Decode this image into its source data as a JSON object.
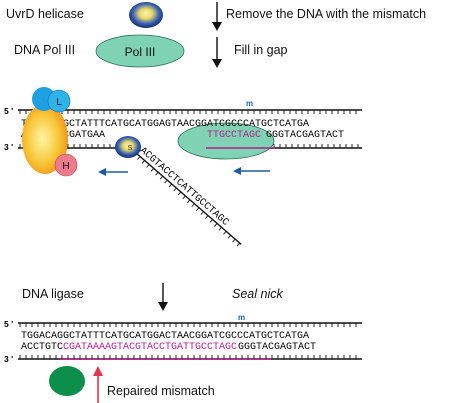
{
  "legend": {
    "uvrd_label": "UvrD helicase",
    "pol_label": "DNA Pol III",
    "pol_blob_label": "Pol III"
  },
  "steps": {
    "remove_dna": "Remove the DNA with the mismatch",
    "fill_gap": "Fill in gap",
    "seal_nick": "Seal nick",
    "repaired": "Repaired mismatch"
  },
  "ligase_label": "DNA ligase",
  "proteins": {
    "L": "L",
    "H": "H",
    "S": "S"
  },
  "strand_ends": {
    "five_prime": "5 '",
    "three_prime": "3 '"
  },
  "top": {
    "upper_seq": "TGGACAGGCTATTTCATGCATGGAGTAACGGATCGCCCATGCTCATGA",
    "lower_left": "ACCTGTCCGATGAA",
    "lower_new": "TTGCCTAGC",
    "lower_right": "GGGTACGAGTACT",
    "peeled": "ACGTACCTCATTGCCTAGC",
    "methyl": "m"
  },
  "bottom": {
    "upper_seq": "TGGACAGGCTATTTCATGCATGGACTAACGGATCGCCCATGCTCATGA",
    "lower_left": "ACCTGTC",
    "lower_new": "CGATAAAAGTACGTACCTGATTGCCTAGC",
    "lower_right": "GGGTACGAGTACT",
    "methyl": "m"
  },
  "colors": {
    "text": "#111111",
    "pol_fill": "#7fd3b4",
    "mismatch_red": "#d8262c",
    "new_dna_magenta": "#b41e8c",
    "arrow_blue": "#1f5aa6",
    "repair_arrow": "#e8344a",
    "helicase_blue": "#1d3f8c",
    "helicase_core": "#f4ec92",
    "muts_blue": "#1fa0e2",
    "mutl_yellow": "#f6c12c",
    "muth_pink": "#ee7b8c",
    "ligase_green": "#0c8f4a"
  }
}
